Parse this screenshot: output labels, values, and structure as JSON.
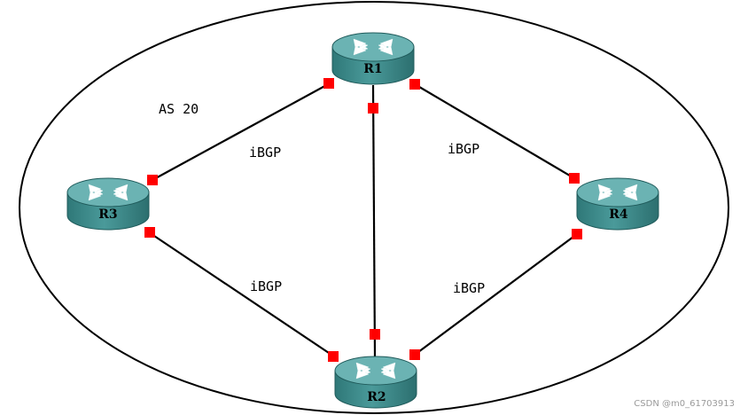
{
  "as_label": "AS 20",
  "routers": {
    "r1": "R1",
    "r2": "R2",
    "r3": "R3",
    "r4": "R4"
  },
  "links": {
    "r1_r3": "iBGP",
    "r1_r4": "iBGP",
    "r3_r2": "iBGP",
    "r4_r2": "iBGP"
  },
  "watermark": "CSDN @m0_61703913",
  "colors": {
    "router_body": "#3a8c8c",
    "router_top": "#5aa8a8",
    "port": "#ff0000",
    "line": "#000000"
  },
  "icons": {
    "router": "router-icon"
  }
}
